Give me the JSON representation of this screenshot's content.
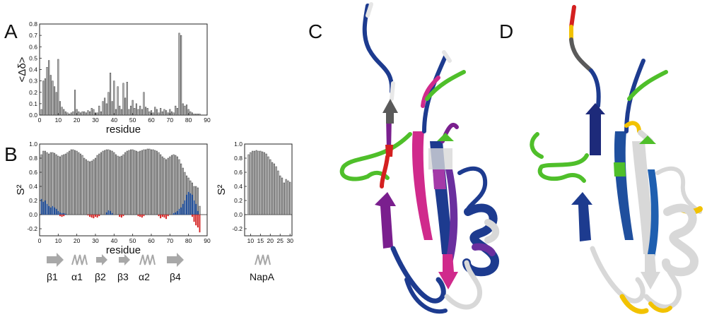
{
  "figure": {
    "panels": [
      {
        "letter": "A"
      },
      {
        "letter": "B"
      },
      {
        "letter": "C"
      },
      {
        "letter": "D"
      }
    ],
    "colors": {
      "bar": "#b3b3b3",
      "bar_stroke": "#3a3a3a",
      "blue": "#1f4f9e",
      "red": "#d42020",
      "navy": "#1d3b8f",
      "purple": "#7a1f8e",
      "magenta": "#d02a8c",
      "green": "#4fbf2a",
      "grey": "#d8d8d8",
      "yellow": "#f2c200",
      "dark": "#5a5a5a"
    }
  },
  "secondary_structure": {
    "main": [
      "β1",
      "α1",
      "β2",
      "β3",
      "α2",
      "β4"
    ],
    "napa": [
      "NapA"
    ]
  },
  "chart_data": [
    {
      "type": "bar",
      "panel": "A",
      "xlabel": "residue",
      "ylabel": "<Δδ>",
      "xlim": [
        0,
        90
      ],
      "ylim": [
        0,
        0.8
      ],
      "xticks": [
        0,
        10,
        20,
        30,
        40,
        50,
        60,
        70,
        80,
        90
      ],
      "yticks": [
        0.0,
        0.1,
        0.2,
        0.3,
        0.4,
        0.5,
        0.6,
        0.7,
        0.8
      ],
      "x": [
        1,
        2,
        3,
        4,
        5,
        6,
        7,
        8,
        9,
        10,
        11,
        12,
        13,
        14,
        15,
        16,
        17,
        18,
        19,
        20,
        21,
        22,
        23,
        24,
        25,
        26,
        27,
        28,
        29,
        30,
        31,
        32,
        33,
        34,
        35,
        36,
        37,
        38,
        39,
        40,
        41,
        42,
        43,
        44,
        45,
        46,
        47,
        48,
        49,
        50,
        51,
        52,
        53,
        54,
        55,
        56,
        57,
        58,
        59,
        60,
        61,
        62,
        63,
        64,
        65,
        66,
        67,
        68,
        69,
        70,
        71,
        72,
        73,
        74,
        75,
        76,
        77,
        78,
        79,
        80,
        81,
        82,
        83,
        84,
        85,
        86
      ],
      "values": [
        0.05,
        0.3,
        0.32,
        0.42,
        0.48,
        0.35,
        0.3,
        0.25,
        0.2,
        0.49,
        0.12,
        0.07,
        0.05,
        0.03,
        0.02,
        0.01,
        0.02,
        0.03,
        0.22,
        0.05,
        0.03,
        0.02,
        0.03,
        0.03,
        0.02,
        0.04,
        0.03,
        0.06,
        0.05,
        0.02,
        0.02,
        0.08,
        0.03,
        0.12,
        0.15,
        0.1,
        0.2,
        0.37,
        0.12,
        0.3,
        0.05,
        0.25,
        0.08,
        0.05,
        0.28,
        0.15,
        0.29,
        0.05,
        0.08,
        0.13,
        0.06,
        0.1,
        0.05,
        0.08,
        0.05,
        0.2,
        0.07,
        0.06,
        0.03,
        0.04,
        0.02,
        0.07,
        0.05,
        0.02,
        0.06,
        0.03,
        0.05,
        0.04,
        0.02,
        0.05,
        0.03,
        0.02,
        0.08,
        0.06,
        0.72,
        0.7,
        0.1,
        0.08,
        0.09,
        0.05,
        0.03,
        0.02,
        0.01,
        0.01,
        0.01,
        0.01
      ]
    },
    {
      "type": "bar",
      "panel": "B",
      "xlabel": "residue",
      "ylabel": "S²",
      "xlim": [
        0,
        90
      ],
      "ylim": [
        -0.3,
        1.0
      ],
      "xticks": [
        0,
        10,
        20,
        30,
        40,
        50,
        60,
        70,
        80,
        90
      ],
      "yticks": [
        -0.2,
        0.0,
        0.2,
        0.4,
        0.6,
        0.8,
        1.0
      ],
      "x": [
        1,
        2,
        3,
        4,
        5,
        6,
        7,
        8,
        9,
        10,
        11,
        12,
        13,
        14,
        15,
        16,
        17,
        18,
        19,
        20,
        21,
        22,
        23,
        24,
        25,
        26,
        27,
        28,
        29,
        30,
        31,
        32,
        33,
        34,
        35,
        36,
        37,
        38,
        39,
        40,
        41,
        42,
        43,
        44,
        45,
        46,
        47,
        48,
        49,
        50,
        51,
        52,
        53,
        54,
        55,
        56,
        57,
        58,
        59,
        60,
        61,
        62,
        63,
        64,
        65,
        66,
        67,
        68,
        69,
        70,
        71,
        72,
        73,
        74,
        75,
        76,
        77,
        78,
        79,
        80,
        81,
        82,
        83,
        84,
        85,
        86
      ],
      "values": [
        0.85,
        0.9,
        0.9,
        0.88,
        0.86,
        0.88,
        0.88,
        0.87,
        0.85,
        0.83,
        0.82,
        0.84,
        0.85,
        0.86,
        0.88,
        0.9,
        0.92,
        0.92,
        0.91,
        0.9,
        0.88,
        0.86,
        0.84,
        0.8,
        0.78,
        0.76,
        0.75,
        0.76,
        0.78,
        0.8,
        0.84,
        0.86,
        0.88,
        0.9,
        0.91,
        0.92,
        0.92,
        0.91,
        0.9,
        0.88,
        0.85,
        0.83,
        0.82,
        0.83,
        0.85,
        0.88,
        0.9,
        0.91,
        0.92,
        0.92,
        0.91,
        0.9,
        0.89,
        0.9,
        0.91,
        0.92,
        0.92,
        0.93,
        0.93,
        0.92,
        0.92,
        0.91,
        0.9,
        0.88,
        0.85,
        0.82,
        0.8,
        0.78,
        0.8,
        0.82,
        0.84,
        0.85,
        0.84,
        0.82,
        0.78,
        0.72,
        0.66,
        0.6,
        0.55,
        0.52,
        0.48,
        0.45,
        0.4,
        0.4,
        0.38,
        0.12
      ],
      "series": [
        {
          "name": "",
          "values_ref": "values"
        },
        {
          "name": "",
          "values": [
            0.22,
            0.18,
            0.2,
            0.15,
            0.12,
            0.1,
            0.12,
            0.1,
            0.08,
            0.05,
            0.03,
            0.02,
            0.02,
            0.01,
            0.0,
            0.0,
            0.0,
            0.0,
            0.0,
            0.0,
            0.0,
            0.0,
            0.0,
            0.0,
            0.0,
            0.0,
            0.0,
            0.0,
            0.0,
            0.0,
            0.0,
            0.0,
            0.0,
            0.0,
            0.0,
            0.03,
            0.06,
            0.05,
            0.02,
            0.0,
            0.0,
            0.0,
            0.0,
            0.0,
            0.0,
            0.0,
            0.0,
            0.0,
            0.0,
            0.0,
            0.0,
            0.0,
            0.0,
            0.0,
            0.0,
            0.0,
            0.0,
            0.0,
            0.0,
            0.0,
            0.0,
            0.0,
            0.0,
            0.0,
            0.0,
            0.0,
            0.0,
            0.0,
            0.0,
            0.0,
            0.0,
            0.02,
            0.03,
            0.05,
            0.08,
            0.1,
            0.15,
            0.2,
            0.28,
            0.32,
            0.3,
            0.28,
            0.2,
            0.15,
            0.05,
            0.0
          ]
        },
        {
          "name": "",
          "values": [
            0.0,
            0.0,
            0.0,
            0.0,
            0.0,
            0.0,
            0.0,
            0.0,
            0.0,
            0.0,
            -0.02,
            -0.03,
            -0.02,
            0.0,
            0.0,
            0.0,
            0.0,
            0.0,
            0.0,
            0.0,
            0.0,
            0.0,
            0.0,
            0.0,
            0.0,
            -0.01,
            -0.03,
            -0.04,
            -0.05,
            -0.03,
            -0.04,
            -0.02,
            0.0,
            0.0,
            0.0,
            0.0,
            0.0,
            0.0,
            0.0,
            0.0,
            0.0,
            0.0,
            -0.03,
            -0.04,
            -0.02,
            0.0,
            0.0,
            0.0,
            0.0,
            0.0,
            0.0,
            0.0,
            -0.02,
            -0.03,
            -0.04,
            -0.02,
            0.0,
            0.0,
            0.0,
            0.0,
            0.0,
            0.0,
            0.0,
            -0.02,
            -0.05,
            -0.03,
            -0.04,
            -0.06,
            -0.02,
            0.0,
            0.0,
            0.0,
            0.0,
            0.0,
            0.0,
            0.0,
            0.0,
            0.0,
            0.0,
            0.0,
            0.0,
            -0.03,
            -0.1,
            -0.15,
            -0.18,
            -0.25
          ]
        }
      ]
    },
    {
      "type": "bar",
      "panel": "B-NapA",
      "xlabel": "",
      "ylabel": "S²",
      "xlim": [
        7,
        31
      ],
      "ylim": [
        -0.3,
        1.0
      ],
      "xticks": [
        10,
        15,
        20,
        25,
        30
      ],
      "yticks": [
        -0.2,
        0.0,
        0.2,
        0.4,
        0.6,
        0.8,
        1.0
      ],
      "x": [
        9,
        10,
        11,
        12,
        13,
        14,
        15,
        16,
        17,
        18,
        19,
        20,
        21,
        22,
        23,
        24,
        25,
        26,
        27,
        28,
        29,
        30
      ],
      "values": [
        0.85,
        0.88,
        0.9,
        0.9,
        0.91,
        0.9,
        0.9,
        0.89,
        0.88,
        0.86,
        0.82,
        0.78,
        0.74,
        0.72,
        0.68,
        0.62,
        0.55,
        0.52,
        0.45,
        0.5,
        0.48,
        0.46
      ]
    }
  ]
}
